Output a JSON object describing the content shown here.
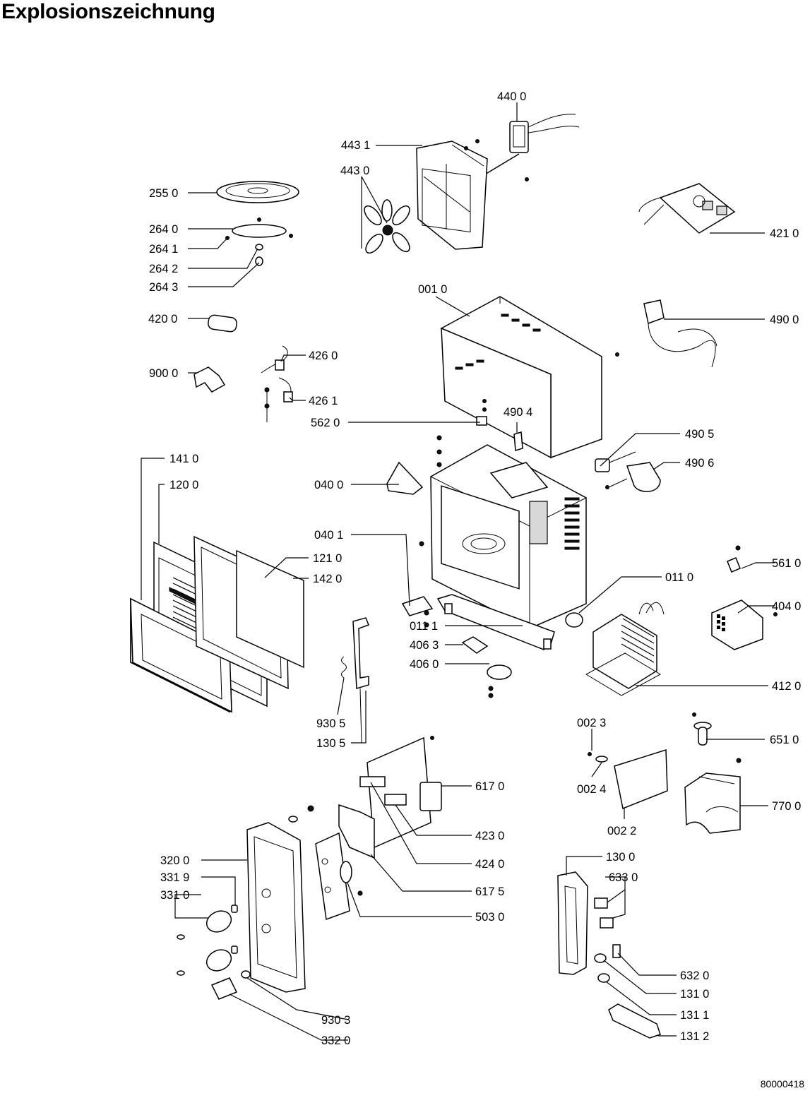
{
  "title": "Explosionszeichnung",
  "document_number": "80000418",
  "callouts": [
    "440 0",
    "443 1",
    "443 0",
    "255 0",
    "264 0",
    "264 1",
    "264 2",
    "264 3",
    "421 0",
    "001 0",
    "420 0",
    "490 0",
    "426 0",
    "900 0",
    "426 1",
    "490 4",
    "562 0",
    "490 5",
    "141 0",
    "490 6",
    "120 0",
    "040 0",
    "040 1",
    "121 0",
    "142 0",
    "561 0",
    "011 0",
    "404 0",
    "011 1",
    "406 3",
    "406 0",
    "412 0",
    "930 5",
    "002 3",
    "651 0",
    "130 5",
    "617 0",
    "002 4",
    "770 0",
    "002 2",
    "423 0",
    "424 0",
    "320 0",
    "130 0",
    "331 9",
    "633 0",
    "331 0",
    "617 5",
    "503 0",
    "632 0",
    "131 0",
    "131 1",
    "930 3",
    "131 2",
    "332 0"
  ]
}
